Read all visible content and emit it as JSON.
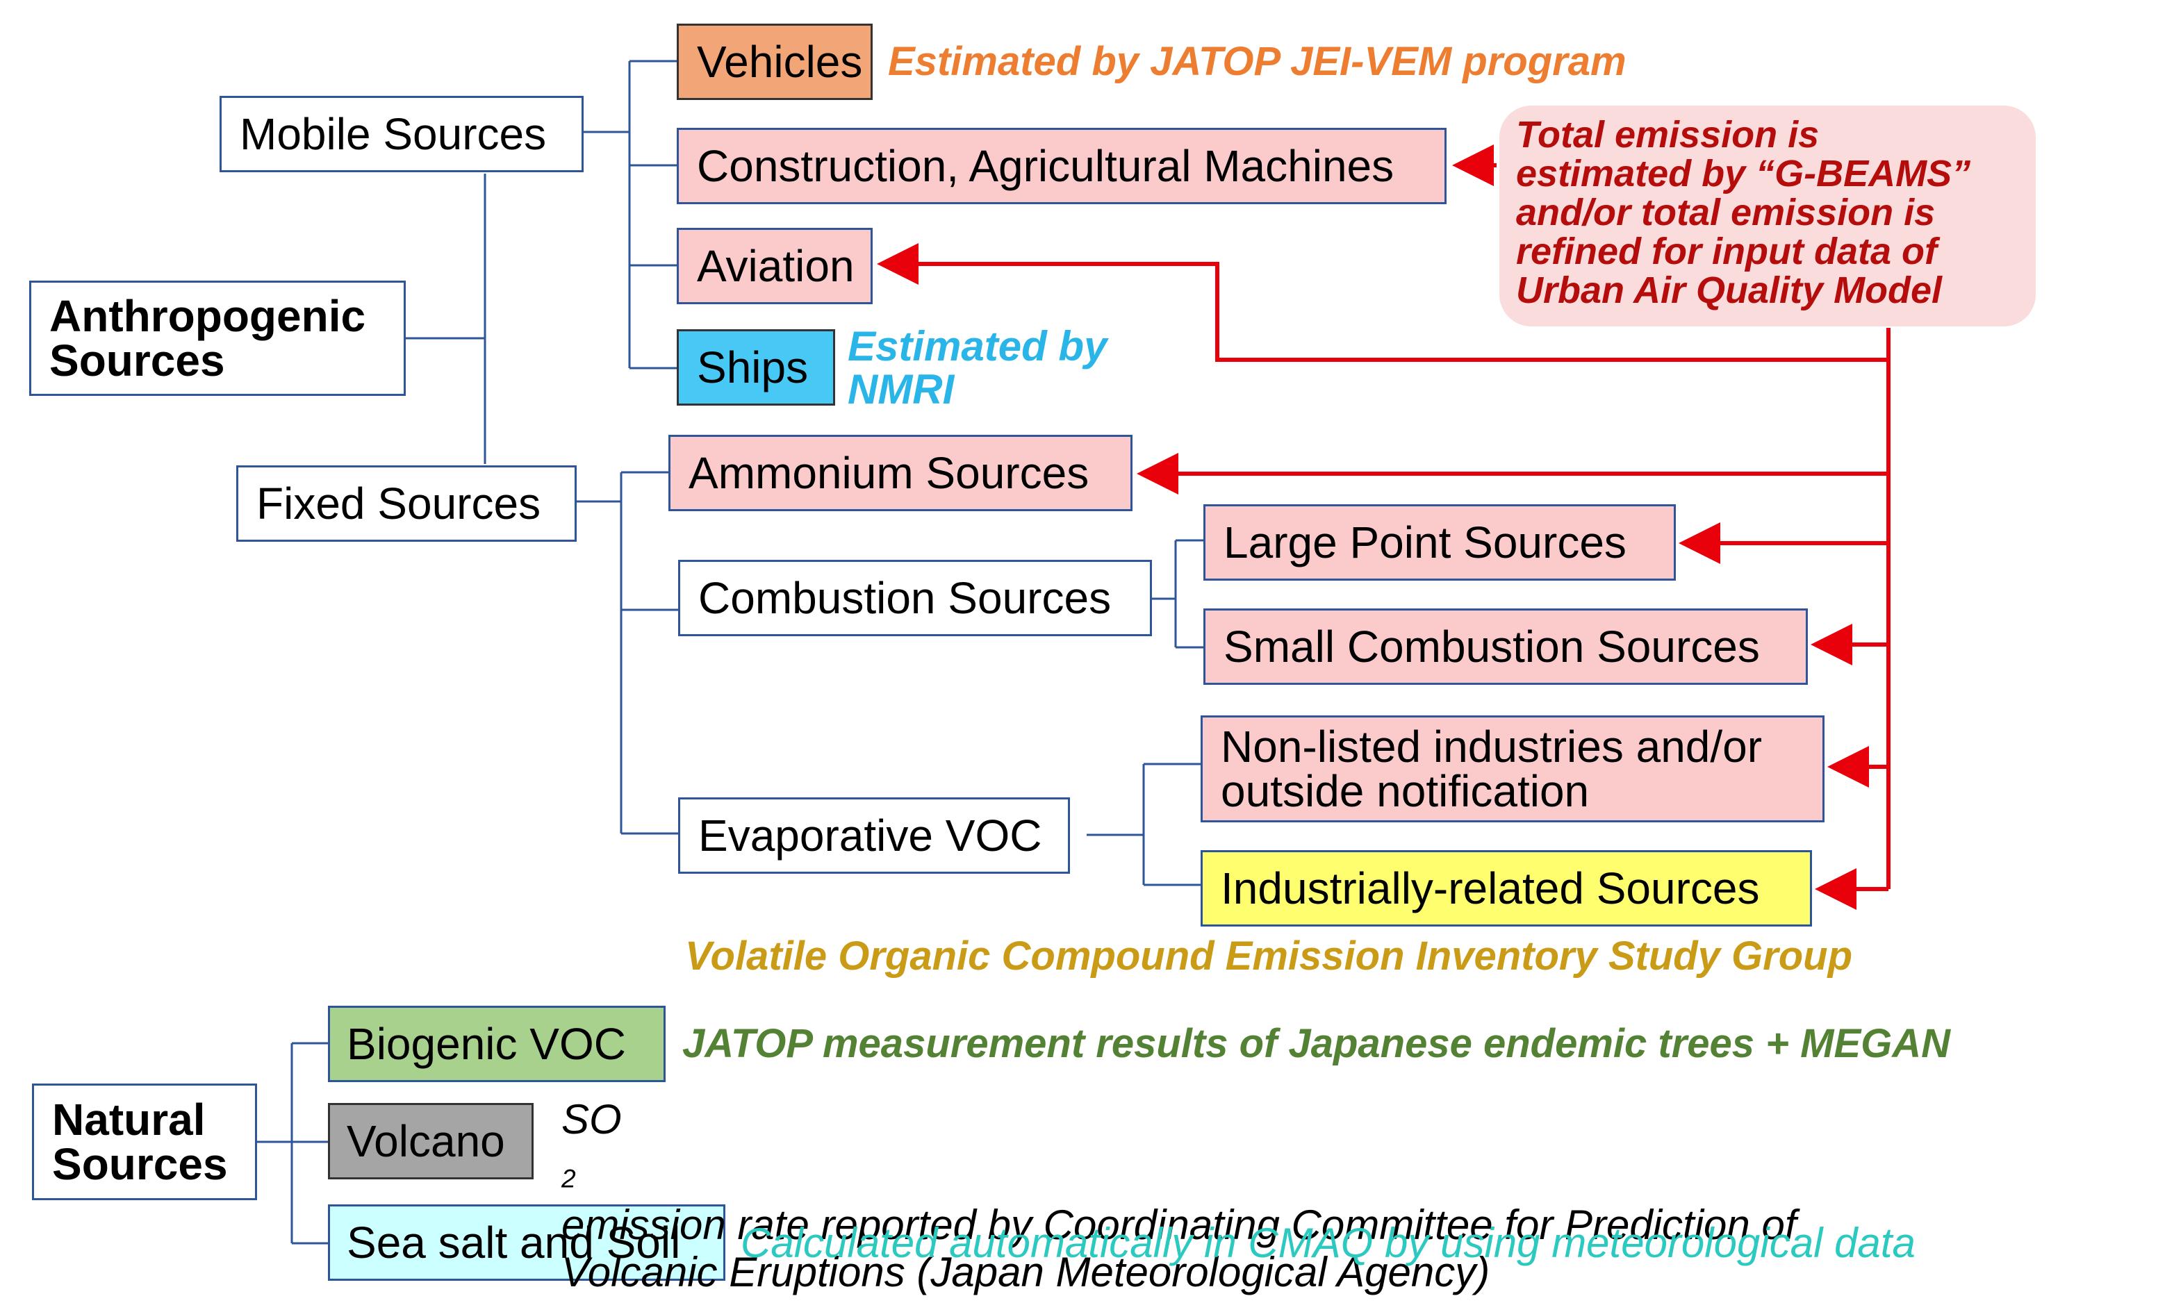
{
  "colors": {
    "connector": "#2e5597",
    "arrow": "#e8000a",
    "pink_box": "#fbcbcb",
    "vehicles_box": "#f2a677",
    "ships_box": "#47c8f5",
    "yellow_box": "#fefe6f",
    "biogenic_box": "#a9d18e",
    "volcano_box": "#a5a5a5",
    "seasalt_box": "#ccffff",
    "orange_text": "#ed7d31",
    "cyan_text": "#29b5e8",
    "gold_text": "#c99b16",
    "green_text": "#548235",
    "teal_text": "#2cc9c0",
    "red_text": "#b50c0c"
  },
  "anthropogenic": {
    "root_line1": "Anthropogenic",
    "root_line2": "Sources",
    "mobile": "Mobile Sources",
    "fixed": "Fixed Sources",
    "vehicles": "Vehicles",
    "construction": "Construction, Agricultural Machines",
    "aviation": "Aviation",
    "ships": "Ships",
    "ammonium": "Ammonium Sources",
    "combustion": "Combustion Sources",
    "large_point": "Large Point Sources",
    "small_combustion": "Small Combustion Sources",
    "evaporative": "Evaporative VOC",
    "nonlisted_line1": "Non-listed industries and/or",
    "nonlisted_line2": "outside notification",
    "industrial": "Industrially-related Sources"
  },
  "notes": {
    "vehicles": "Estimated by JATOP JEI-VEM program",
    "ships_line1": "Estimated by",
    "ships_line2": "NMRI",
    "voc_group": "Volatile Organic Compound Emission Inventory Study Group",
    "callout_lines": [
      "Total emission is",
      "estimated by “G-BEAMS”",
      "and/or total emission is",
      "refined for input data of",
      "Urban Air Quality Model"
    ],
    "biogenic": "JATOP measurement results of Japanese endemic trees + MEGAN",
    "volcano_line1_prefix": "SO",
    "volcano_line1_sub": "2",
    "volcano_line1_rest": " emission rate reported by Coordinating Committee for Prediction of",
    "volcano_line2": "Volcanic Eruptions (Japan Meteorological Agency)",
    "seasalt": "Calculated automatically in CMAQ by using meteorological data"
  },
  "natural": {
    "root_line1": "Natural",
    "root_line2": "Sources",
    "biogenic": "Biogenic VOC",
    "volcano": "Volcano",
    "seasalt": "Sea salt and Soil"
  }
}
